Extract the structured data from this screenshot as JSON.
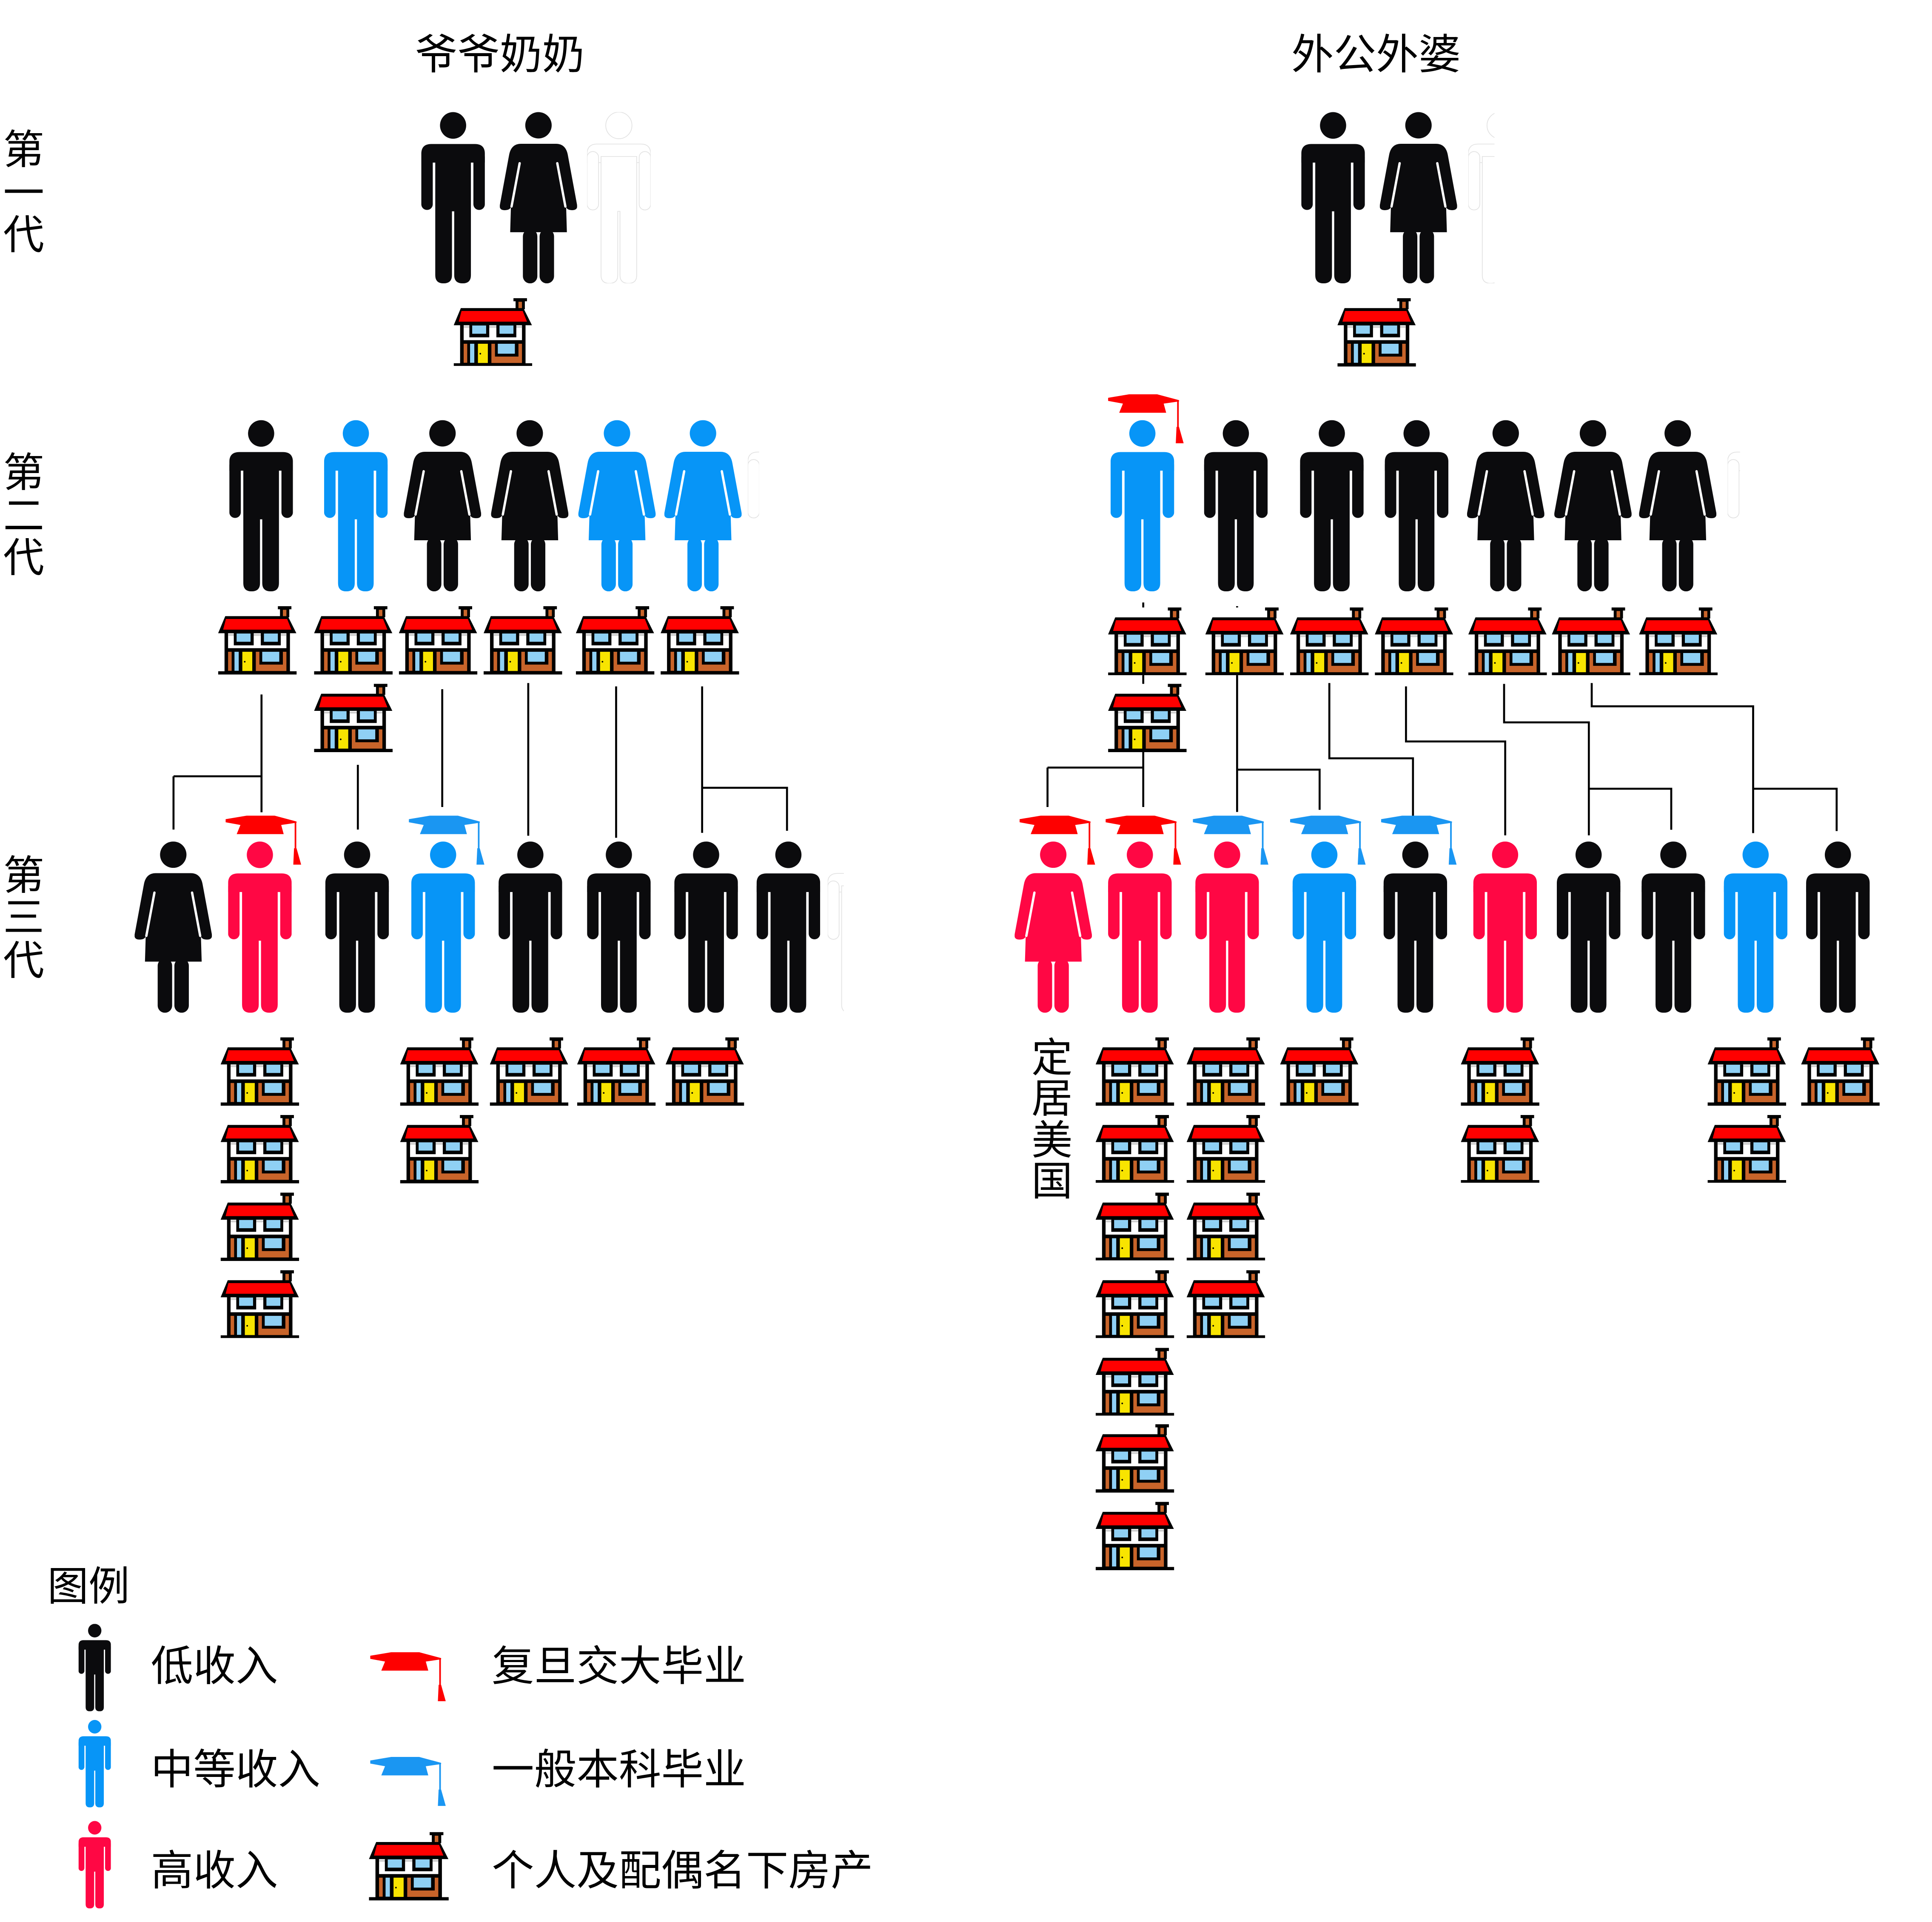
{
  "colors": {
    "low_income": "#0b0b0d",
    "middle_income": "#0795f7",
    "high_income": "#ff0744",
    "elite_degree_cap": "#fe0000",
    "regular_degree_cap": "#1a96f2",
    "connector_line": "#000000"
  },
  "generation_labels": [
    "第一代",
    "第二代",
    "第三代"
  ],
  "paternal": {
    "title": "爷爷奶奶",
    "gen1": {
      "members": [
        {
          "gender": "male",
          "income": "low",
          "degree": "none"
        },
        {
          "gender": "female",
          "income": "low",
          "degree": "none"
        }
      ],
      "houses": 1
    },
    "gen2": [
      {
        "gender": "male",
        "income": "low",
        "degree": "none",
        "houses": 1
      },
      {
        "gender": "male",
        "income": "middle",
        "degree": "none",
        "houses": 2
      },
      {
        "gender": "female",
        "income": "low",
        "degree": "none",
        "houses": 1
      },
      {
        "gender": "female",
        "income": "low",
        "degree": "none",
        "houses": 1
      },
      {
        "gender": "female",
        "income": "middle",
        "degree": "none",
        "houses": 1
      },
      {
        "gender": "female",
        "income": "middle",
        "degree": "none",
        "houses": 1
      }
    ],
    "gen3": [
      {
        "gender": "female",
        "income": "low",
        "degree": "none",
        "houses": 0,
        "parent": 0
      },
      {
        "gender": "male",
        "income": "high",
        "degree": "elite",
        "houses": 4,
        "parent": 0
      },
      {
        "gender": "male",
        "income": "low",
        "degree": "none",
        "houses": 0,
        "parent": 1
      },
      {
        "gender": "male",
        "income": "middle",
        "degree": "regular",
        "houses": 2,
        "parent": 2
      },
      {
        "gender": "male",
        "income": "low",
        "degree": "none",
        "houses": 1,
        "parent": 3
      },
      {
        "gender": "male",
        "income": "low",
        "degree": "none",
        "houses": 1,
        "parent": 4
      },
      {
        "gender": "male",
        "income": "low",
        "degree": "none",
        "houses": 1,
        "parent": 5
      },
      {
        "gender": "male",
        "income": "low",
        "degree": "none",
        "houses": 0,
        "parent": 5
      }
    ]
  },
  "maternal": {
    "title": "外公外婆",
    "gen1": {
      "members": [
        {
          "gender": "male",
          "income": "low",
          "degree": "none"
        },
        {
          "gender": "female",
          "income": "low",
          "degree": "none"
        }
      ],
      "houses": 1
    },
    "gen2": [
      {
        "gender": "male",
        "income": "middle",
        "degree": "elite",
        "houses": 2
      },
      {
        "gender": "male",
        "income": "low",
        "degree": "none",
        "houses": 1
      },
      {
        "gender": "male",
        "income": "low",
        "degree": "none",
        "houses": 1
      },
      {
        "gender": "male",
        "income": "low",
        "degree": "none",
        "houses": 1
      },
      {
        "gender": "female",
        "income": "low",
        "degree": "none",
        "houses": 1
      },
      {
        "gender": "female",
        "income": "low",
        "degree": "none",
        "houses": 1
      },
      {
        "gender": "female",
        "income": "low",
        "degree": "none",
        "houses": 1
      }
    ],
    "gen3": [
      {
        "gender": "female",
        "income": "high",
        "degree": "elite",
        "houses": 0,
        "parent": 0,
        "note": "定居美国"
      },
      {
        "gender": "male",
        "income": "high",
        "degree": "elite",
        "houses": 7,
        "parent": 0
      },
      {
        "gender": "male",
        "income": "high",
        "degree": "regular",
        "houses": 4,
        "parent": 1
      },
      {
        "gender": "male",
        "income": "middle",
        "degree": "regular",
        "houses": 1,
        "parent": 1
      },
      {
        "gender": "male",
        "income": "low",
        "degree": "regular",
        "houses": 0,
        "parent": 2
      },
      {
        "gender": "male",
        "income": "high",
        "degree": "none",
        "houses": 2,
        "parent": 3
      },
      {
        "gender": "male",
        "income": "low",
        "degree": "none",
        "houses": 0,
        "parent": 4
      },
      {
        "gender": "male",
        "income": "low",
        "degree": "none",
        "houses": 0,
        "parent": 4
      },
      {
        "gender": "male",
        "income": "middle",
        "degree": "none",
        "houses": 2,
        "parent": 5
      },
      {
        "gender": "male",
        "income": "low",
        "degree": "none",
        "houses": 1,
        "parent": 5
      }
    ]
  },
  "legend": {
    "title": "图例",
    "income": [
      {
        "level": "low",
        "label": "低收入"
      },
      {
        "level": "middle",
        "label": "中等收入"
      },
      {
        "level": "high",
        "label": "高收入"
      }
    ],
    "education": [
      {
        "degree": "elite",
        "label": "复旦交大毕业"
      },
      {
        "degree": "regular",
        "label": "一般本科毕业"
      }
    ],
    "property": {
      "icon": "house",
      "label": "个人及配偶名下房产"
    }
  }
}
